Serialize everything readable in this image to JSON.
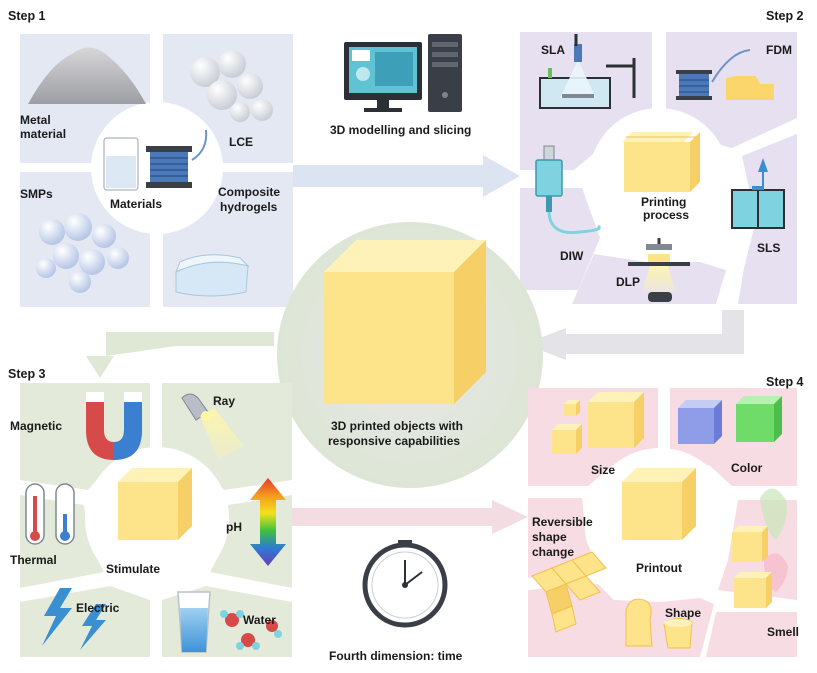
{
  "steps": {
    "step1": "Step 1",
    "step2": "Step 2",
    "step3": "Step 3",
    "step4": "Step 4"
  },
  "step1": {
    "center": "Materials",
    "metal_line1": "Metal",
    "metal_line2": "material",
    "lce": "LCE",
    "smps": "SMPs",
    "composite_line1": "Composite",
    "composite_line2": "hydrogels"
  },
  "modelling": "3D modelling and slicing",
  "step2": {
    "center_line1": "Printing",
    "center_line2": "process",
    "sla": "SLA",
    "fdm": "FDM",
    "diw": "DIW",
    "sls": "SLS",
    "dlp": "DLP"
  },
  "center": {
    "line1": "3D printed objects with",
    "line2": "responsive capabilities"
  },
  "step3": {
    "center": "Stimulate",
    "magnetic": "Magnetic",
    "ray": "Ray",
    "thermal": "Thermal",
    "ph": "pH",
    "electric": "Electric",
    "water": "Water"
  },
  "time": "Fourth dimension: time",
  "step4": {
    "center": "Printout",
    "size": "Size",
    "color": "Color",
    "reversible_line1": "Reversible",
    "reversible_line2": "shape",
    "reversible_line3": "change",
    "shape": "Shape",
    "smell": "Smell"
  },
  "colors": {
    "step1_bg": "#e4e8f3",
    "step2_bg": "#e6e0f0",
    "step3_bg": "#e4ead9",
    "step4_bg": "#f7dce3",
    "cube_front": "#fde38a",
    "cube_top": "#fff2b8",
    "cube_side": "#f6cf66"
  }
}
